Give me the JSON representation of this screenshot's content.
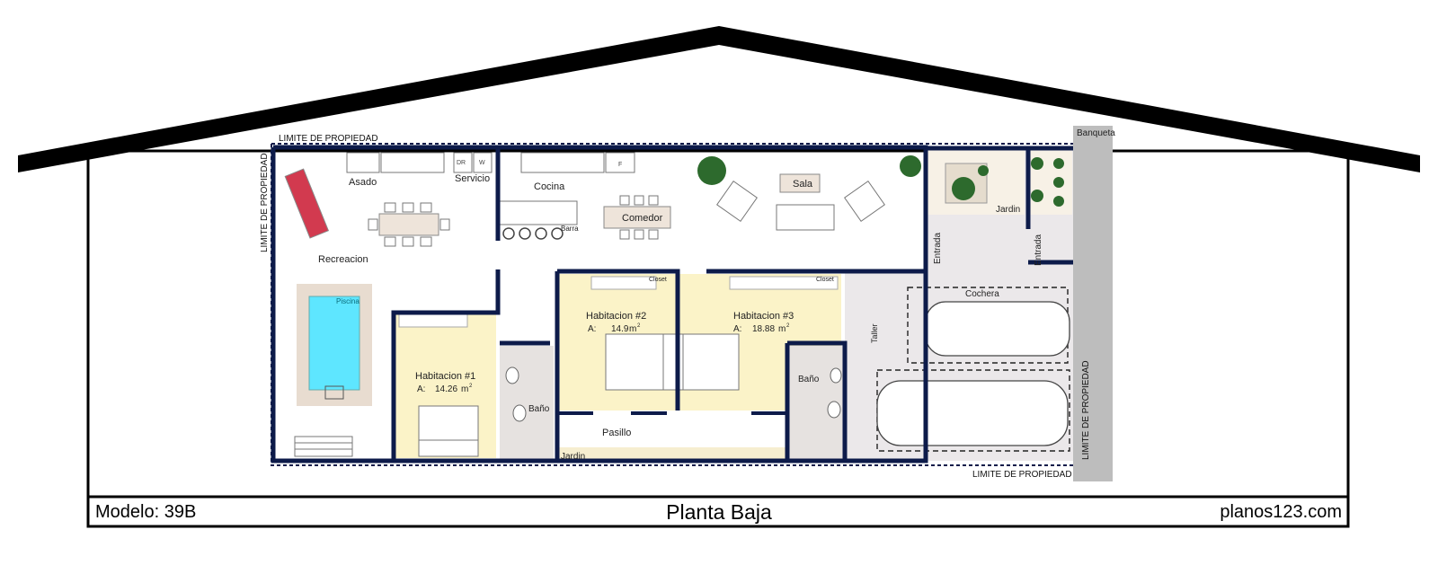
{
  "plan": {
    "property_limit": "LIMITE DE PROPIEDAD",
    "sidewalk": "Banqueta",
    "rooms": {
      "asado": "Asado",
      "servicio": "Servicio",
      "cocina": "Cocina",
      "barra": "Barra",
      "comedor": "Comedor",
      "sala": "Sala",
      "recreacion": "Recreacion",
      "piscina": "Piscina",
      "hab1": "Habitacion #1",
      "hab1_area": "14.26",
      "hab2": "Habitacion #2",
      "hab2_area": "14.9",
      "hab3": "Habitacion #3",
      "hab3_area": "18.88",
      "closet": "Closet",
      "bano": "Baño",
      "pasillo": "Pasillo",
      "jardin": "Jardin",
      "entrada": "Entrada",
      "taller": "Taller",
      "cochera": "Cochera",
      "area_prefix": "A:",
      "area_unit": "m",
      "area_exp": "2",
      "dr": "DR",
      "w": "W",
      "f": "F"
    }
  },
  "footer": {
    "model": "Modelo: 39B",
    "title": "Planta Baja",
    "site": "planos123.com"
  },
  "colors": {
    "wall": "#0d1b4a",
    "bedroom_fill": "#fbf3c8",
    "bath_fill": "#e6e2e0",
    "garage_fill": "#ebe8ea",
    "pool_water": "#5ee6ff",
    "pool_deck": "#e8dcd0",
    "roof": "#000000",
    "sidewalk": "#bdbdbd",
    "lounge_chair": "#d23a4f",
    "tree": "#2d6a2d"
  }
}
